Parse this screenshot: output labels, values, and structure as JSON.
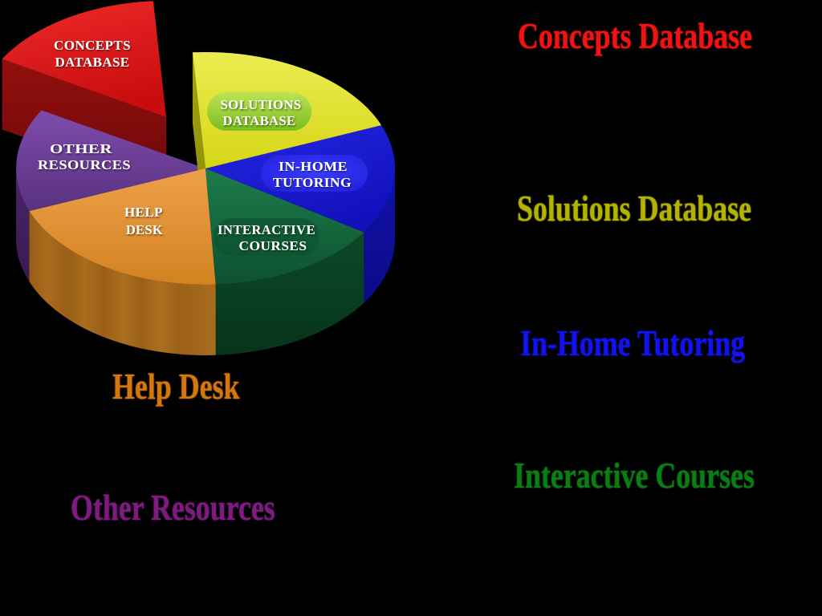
{
  "chart_data": {
    "type": "pie",
    "is_3d": true,
    "title": "",
    "legend_position": "right-and-bottom-left",
    "exploded_segment": "Concepts Database",
    "segments": [
      {
        "label": "Concepts Database",
        "slice_label_lines": [
          "CONCEPTS",
          "DATABASE"
        ],
        "color": "#d81b1b",
        "estimated_percent": 16,
        "exploded": true
      },
      {
        "label": "Solutions Database",
        "slice_label_lines": [
          "SOLUTIONS",
          "DATABASE"
        ],
        "color": "#e2e232",
        "estimated_percent": 20,
        "exploded": false
      },
      {
        "label": "In-Home Tutoring",
        "slice_label_lines": [
          "IN-HOME",
          "TUTORING"
        ],
        "color": "#1b1bd1",
        "estimated_percent": 15,
        "exploded": false
      },
      {
        "label": "Interactive Courses",
        "slice_label_lines": [
          "INTERACTIVE",
          "COURSES"
        ],
        "color": "#156339",
        "estimated_percent": 15,
        "exploded": false
      },
      {
        "label": "Help Desk",
        "slice_label_lines": [
          "HELP",
          "DESK"
        ],
        "color": "#df9132",
        "estimated_percent": 20,
        "exploded": false
      },
      {
        "label": "Other Resources",
        "slice_label_lines": [
          "OTHER",
          "RESOURCES"
        ],
        "color": "#6e4299",
        "estimated_percent": 14,
        "exploded": false
      }
    ]
  },
  "legend": {
    "items": [
      {
        "label": "Concepts Database",
        "color": "#f01313"
      },
      {
        "label": "Solutions Database",
        "color": "#b3b301"
      },
      {
        "label": "In-Home Tutoring",
        "color": "#1212ef"
      },
      {
        "label": "Interactive Courses",
        "color": "#0c7c15"
      },
      {
        "label": "Help Desk",
        "color": "#d4770e"
      },
      {
        "label": "Other Resources",
        "color": "#7e1b80"
      }
    ]
  },
  "page": {
    "background": "#000000"
  }
}
